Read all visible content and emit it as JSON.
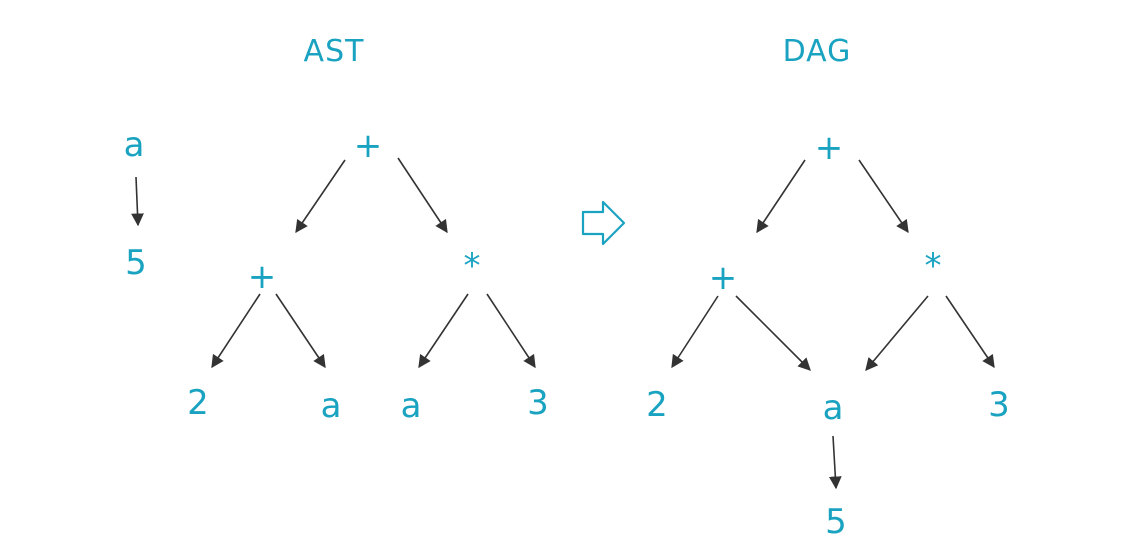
{
  "ast": {
    "title": "AST",
    "assignment": {
      "var": "a",
      "value": "5"
    },
    "root": "+",
    "left_op": "+",
    "right_op": "*",
    "left_left": "2",
    "left_right": "a",
    "right_left": "a",
    "right_right": "3"
  },
  "dag": {
    "title": "DAG",
    "root": "+",
    "left_op": "+",
    "right_op": "*",
    "left_left": "2",
    "shared": "a",
    "right_right": "3",
    "shared_value": "5"
  },
  "colors": {
    "label": "#1aa3c1",
    "edge": "#333333",
    "transform_arrow": "#1aa3c1"
  },
  "transform_icon": "right-arrow-icon"
}
